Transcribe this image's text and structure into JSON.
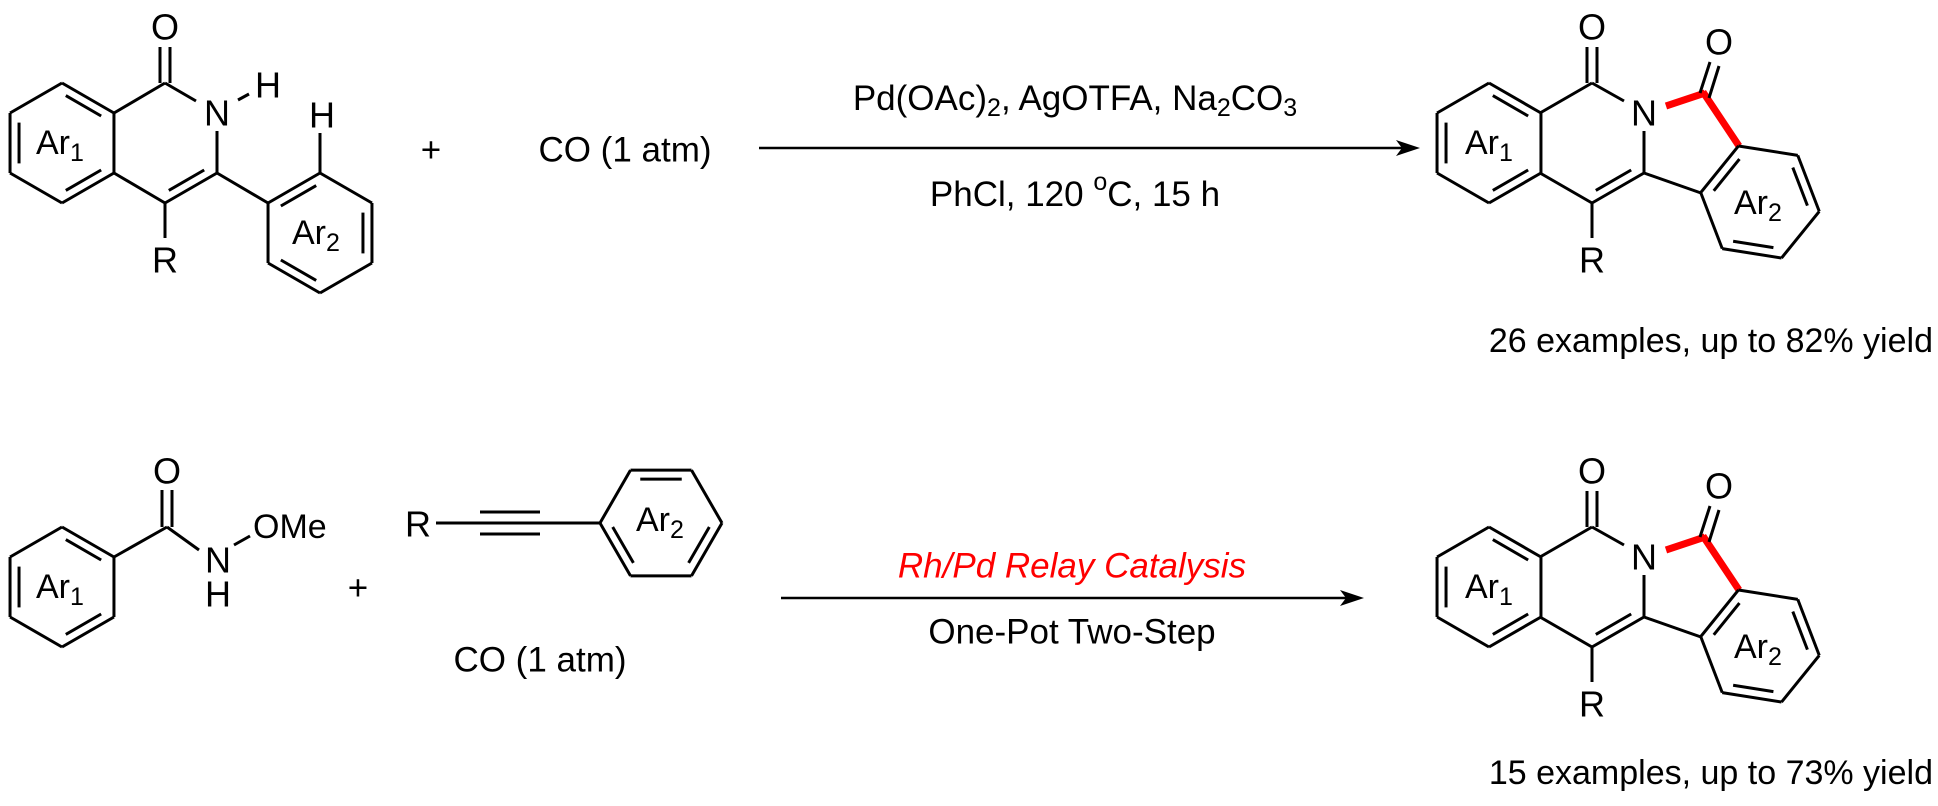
{
  "colors": {
    "bond": "#000000",
    "highlight": "#ff0000"
  },
  "scheme1": {
    "reactant1": {
      "O": "O",
      "N": "N",
      "H_N": "H",
      "H_aryl": "H",
      "R": "R",
      "ar1": {
        "base": "Ar",
        "sub": "1"
      },
      "ar2": {
        "base": "Ar",
        "sub": "2"
      }
    },
    "plus": "+",
    "reagent2": "CO (1 atm)",
    "conditions_line1": [
      "Pd(OAc)",
      "2",
      ", AgOTFA,  Na",
      "2",
      "CO",
      "3"
    ],
    "conditions_line2": [
      "PhCl, 120 ",
      "o",
      "C, 15 h"
    ],
    "product": {
      "O1": "O",
      "O2": "O",
      "N": "N",
      "R": "R",
      "ar1": {
        "base": "Ar",
        "sub": "1"
      },
      "ar2": {
        "base": "Ar",
        "sub": "2"
      }
    },
    "result": "26 examples, up to 82% yield"
  },
  "scheme2": {
    "reactant1": {
      "O": "O",
      "N": "N",
      "H": "H",
      "OMe": "OMe",
      "ar1": {
        "base": "Ar",
        "sub": "1"
      }
    },
    "plus": "+",
    "reactant2": {
      "R": "R",
      "ar2": {
        "base": "Ar",
        "sub": "2"
      }
    },
    "reagent3": "CO (1 atm)",
    "conditions_line1": "Rh/Pd Relay Catalysis",
    "conditions_line2": "One-Pot Two-Step",
    "product": {
      "O1": "O",
      "O2": "O",
      "N": "N",
      "R": "R",
      "ar1": {
        "base": "Ar",
        "sub": "1"
      },
      "ar2": {
        "base": "Ar",
        "sub": "2"
      }
    },
    "result": "15 examples, up to 73% yield"
  }
}
